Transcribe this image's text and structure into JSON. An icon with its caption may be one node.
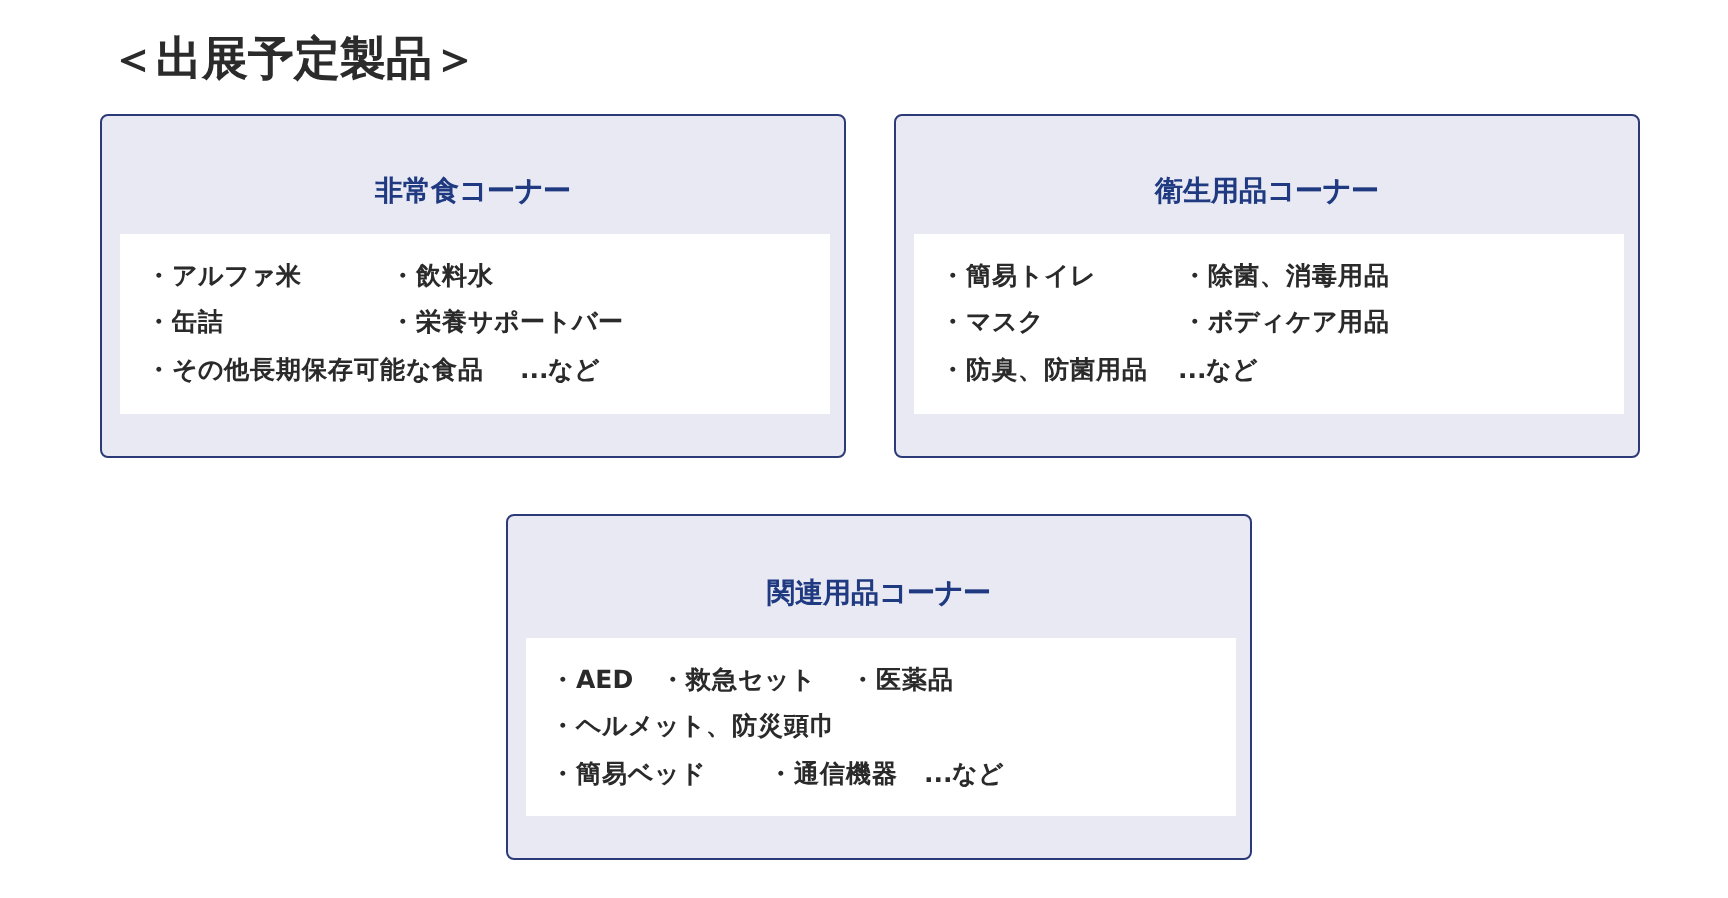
{
  "diagram": {
    "title": "＜出展予定製品＞",
    "nodes": [
      {
        "text": [
          "非常食コーナー"
        ]
      },
      {
        "text": [
          "・アルファ米",
          "・飲料水",
          "・缶詰",
          "・栄養サポートバー",
          "・その他長期保存可能な食品",
          "...など"
        ],
        "in": 0
      },
      {
        "text": [
          "衛生用品コーナー"
        ]
      },
      {
        "text": [
          "・簡易トイレ",
          "・除菌、消毒用品",
          "・マスク",
          "・ボディケア用品",
          "・防臭、防菌用品",
          "...など"
        ],
        "in": 2
      },
      {
        "text": [
          "関連用品コーナー"
        ]
      },
      {
        "text": [
          "・AED",
          "・救急セット",
          "・医薬品",
          "・ヘルメット、防災頭巾",
          "・簡易ベッド",
          "・通信機器",
          "...など"
        ],
        "in": 4
      }
    ]
  }
}
